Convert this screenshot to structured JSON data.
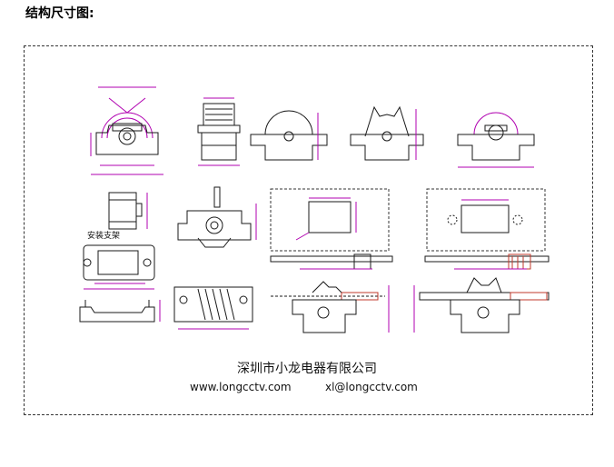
{
  "heading": "结构尺寸图:",
  "company": "深圳市小龙电器有限公司",
  "website": "www.longcctv.com",
  "email": "xl@longcctv.com",
  "mount_label": "安装支架",
  "colors": {
    "dimension": "#b000b0",
    "outline": "#1a1a1a",
    "highlight": "#c0392b",
    "frame": "#333333"
  }
}
